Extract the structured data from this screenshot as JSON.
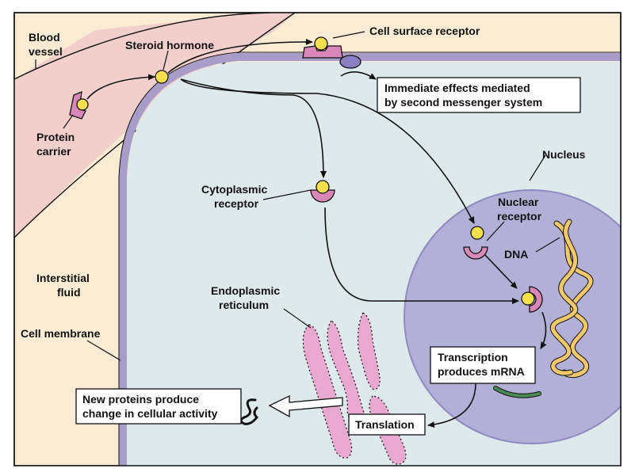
{
  "labels": {
    "blood_vessel_1": "Blood",
    "blood_vessel_2": "vessel",
    "steroid_hormone": "Steroid hormone",
    "cell_surface_receptor": "Cell surface receptor",
    "immediate_effects_1": "Immediate effects mediated",
    "immediate_effects_2": "by second messenger system",
    "protein_carrier_1": "Protein",
    "protein_carrier_2": "carrier",
    "nucleus": "Nucleus",
    "cytoplasmic_receptor_1": "Cytoplasmic",
    "cytoplasmic_receptor_2": "receptor",
    "nuclear_receptor_1": "Nuclear",
    "nuclear_receptor_2": "receptor",
    "dna": "DNA",
    "interstitial_fluid_1": "Interstitial",
    "interstitial_fluid_2": "fluid",
    "endoplasmic_reticulum_1": "Endoplasmic",
    "endoplasmic_reticulum_2": "reticulum",
    "cell_membrane": "Cell membrane",
    "transcription_1": "Transcription",
    "transcription_2": "produces mRNA",
    "new_proteins_1": "New proteins produce",
    "new_proteins_2": "change in cellular activity",
    "translation": "Translation"
  },
  "colors": {
    "interstitial": "#faebd4",
    "blood_vessel": "#f3cfcb",
    "cytoplasm": "#dde9ea",
    "membrane": "#a89cc8",
    "nucleus": "#b3b0d8",
    "hormone": "#f4e04d",
    "receptor": "#d986b8",
    "second_messenger": "#8a7fc0",
    "er": "#e9a8d0",
    "dna": "#f2c86a",
    "mrna": "#4a8a56"
  }
}
